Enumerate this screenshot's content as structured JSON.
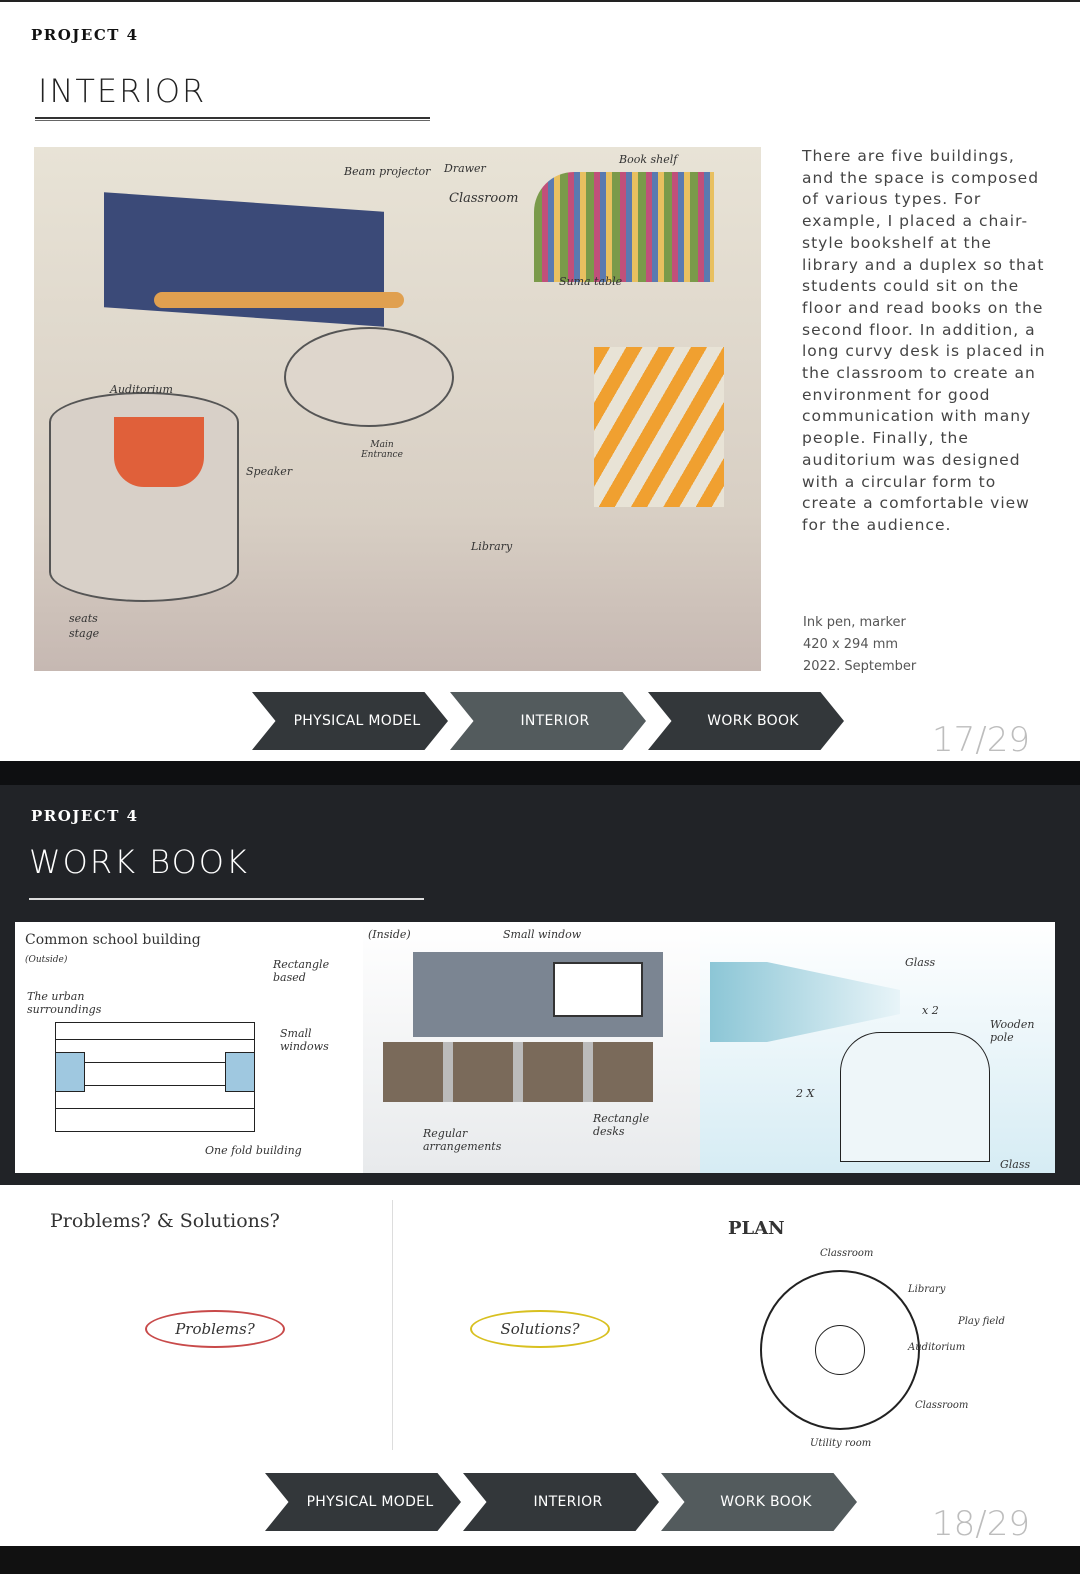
{
  "page1": {
    "project_label": "PROJECT 4",
    "title": "INTERIOR",
    "sketch_labels": [
      "Beam projector",
      "Drawer",
      "Classroom",
      "Book shelf",
      "Suma table",
      "Auditorium",
      "Speaker",
      "Main Entrance",
      "Library",
      "seats",
      "stage"
    ],
    "description": "There are five buildings, and the space is composed of various types. For example, I placed a chair-style bookshelf at the library and a duplex so that students could sit on the floor and read books on the second floor. In addition, a long curvy desk is placed in the classroom to create an environment for good communication with many people. Finally, the auditorium was designed with a circular form to create a comfortable view for the audience.",
    "medium": "Ink pen, marker",
    "size": "420 x 294 mm",
    "date": "2022. September",
    "nav": [
      "PHYSICAL MODEL",
      "INTERIOR",
      "WORK BOOK"
    ],
    "active_nav": 1,
    "page_number": "17/29"
  },
  "page2": {
    "project_label": "PROJECT 4",
    "title": "WORK BOOK",
    "sketches": {
      "common": {
        "title": "Common school building",
        "sub": "(Outside)",
        "notes": [
          "The urban surroundings",
          "Rectangle based",
          "Small windows",
          "One fold building"
        ]
      },
      "inside": {
        "title": "(Inside)",
        "notes": [
          "Small window",
          "Regular arrangements",
          "Rectangle desks"
        ]
      },
      "furniture": {
        "notes": [
          "Glass",
          "x 2",
          "Wooden pole",
          "2 X",
          "Glass"
        ]
      },
      "problems": {
        "title": "Problems? & Solutions?",
        "center1": "Problems?",
        "center2": "Solutions?"
      },
      "plan": {
        "title": "PLAN",
        "notes": [
          "Classroom",
          "Library",
          "Play field",
          "Auditorium",
          "Classroom",
          "Utility room"
        ]
      }
    },
    "nav": [
      "PHYSICAL MODEL",
      "INTERIOR",
      "WORK BOOK"
    ],
    "active_nav": 2,
    "page_number": "18/29"
  },
  "colors": {
    "nav_dark": "#33373a",
    "nav_active": "#535b5d",
    "dark_bg": "#212327"
  }
}
